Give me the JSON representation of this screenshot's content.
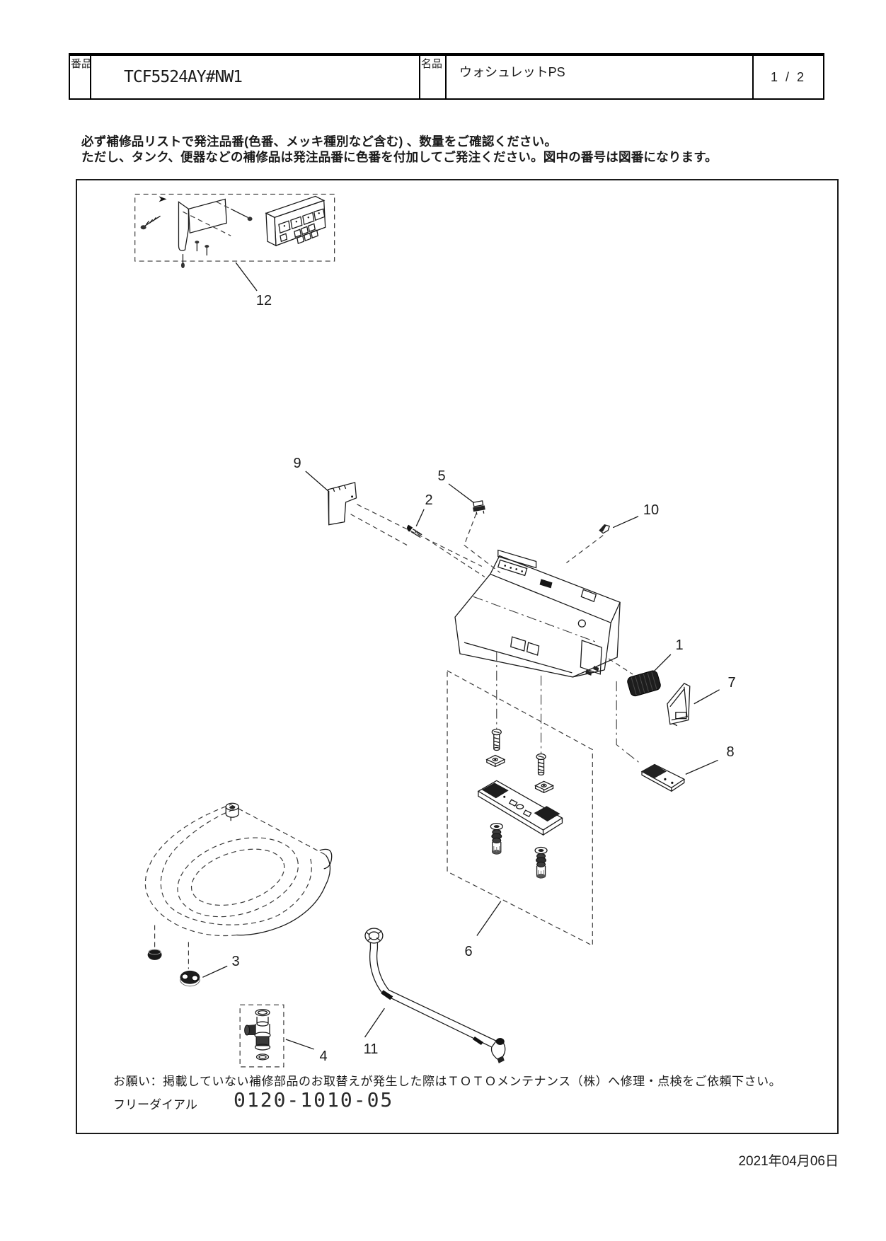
{
  "header": {
    "part_no_label": "品番",
    "part_no": "TCF5524AY#NW1",
    "name_label": "品名",
    "product_name": "ウォシュレットPS",
    "page": "1 / 2"
  },
  "notice": {
    "line1": "必ず補修品リストで発注品番(色番、メッキ種別など含む) 、数量をご確認ください。",
    "line2": "ただし、タンク、便器などの補修品は発注品番に色番を付加してご発注ください。図中の番号は図番になります。"
  },
  "diagram": {
    "callouts": [
      {
        "id": "12"
      },
      {
        "id": "9"
      },
      {
        "id": "2"
      },
      {
        "id": "5"
      },
      {
        "id": "10"
      },
      {
        "id": "1"
      },
      {
        "id": "7"
      },
      {
        "id": "8"
      },
      {
        "id": "6"
      },
      {
        "id": "3"
      },
      {
        "id": "4"
      },
      {
        "id": "11"
      }
    ]
  },
  "footer": {
    "request_line": "お願い：掲載していない補修部品のお取替えが発生した際はＴＯＴＯメンテナンス（株）へ修理・点検をご依頼下さい。",
    "freedial_label": "フリーダイアル",
    "freedial_number": "0120-1010-05"
  },
  "date_label": "2021年04月06日",
  "colors": {
    "ink": "#1a1a1a",
    "paper": "#ffffff"
  }
}
